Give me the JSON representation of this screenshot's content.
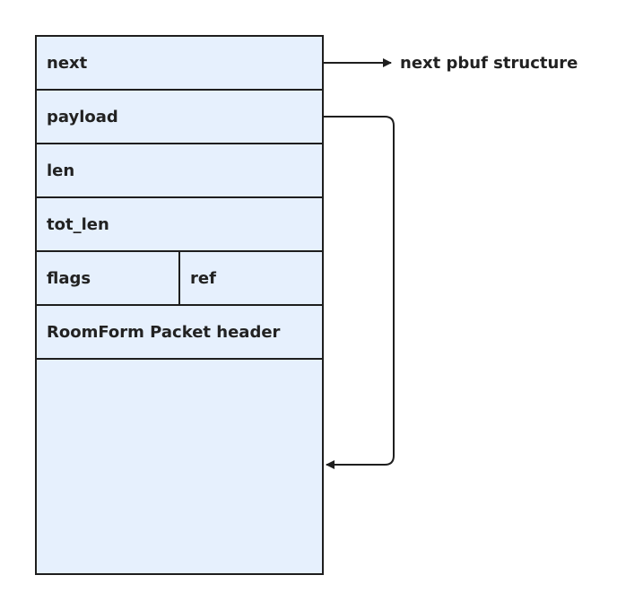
{
  "diagram": {
    "fields": {
      "next": "next",
      "payload": "payload",
      "len": "len",
      "tot_len": "tot_len",
      "flags": "flags",
      "ref": "ref",
      "header": "RoomForm Packet header",
      "payload_area": ""
    },
    "next_target_label": "next pbuf structure"
  },
  "colors": {
    "cell_fill": "#e6f0fd",
    "stroke": "#1e1e1e",
    "text": "#222222"
  }
}
